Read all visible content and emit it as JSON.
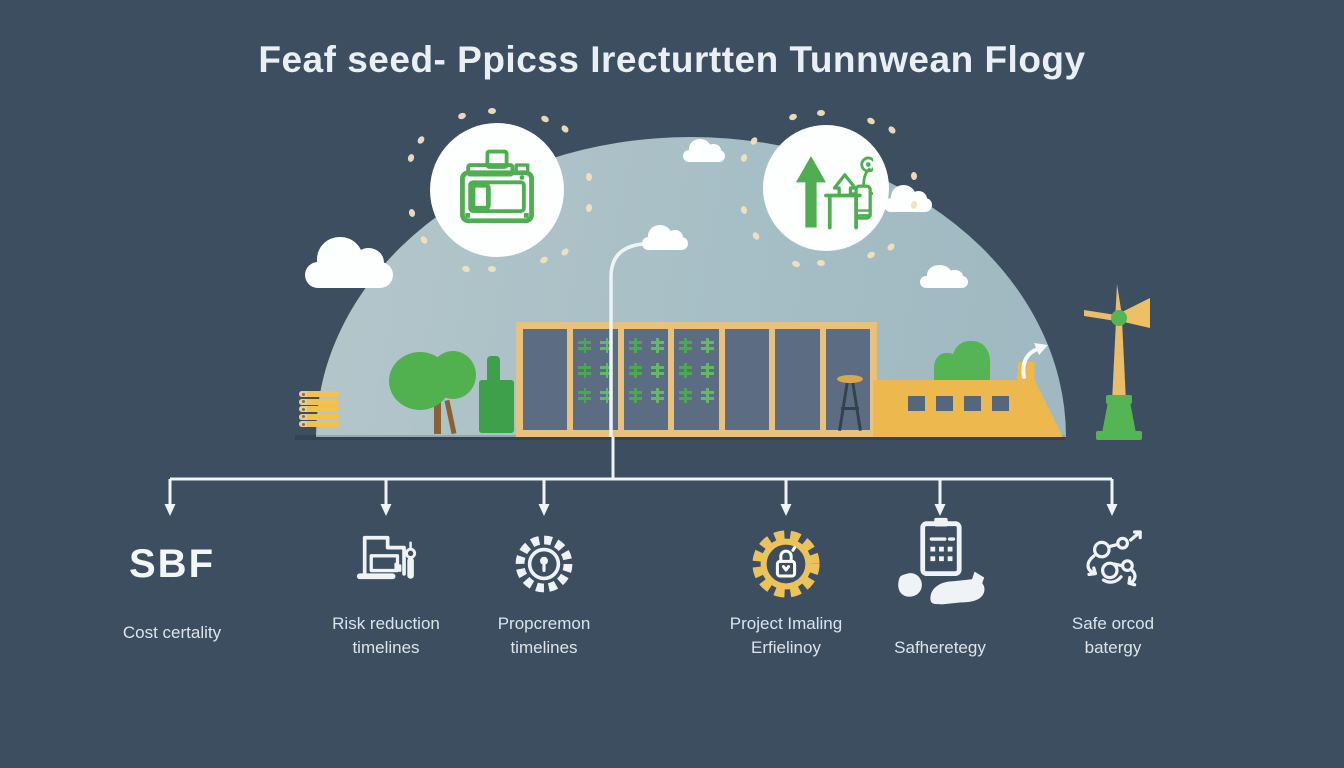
{
  "title": "Feaf seed- Ppicss Irecturtten Tunnwean Flogy",
  "colors": {
    "background": "#3d4e61",
    "dome": "#a6bec5",
    "accent_green": "#4fae52",
    "accent_yellow": "#edb84e",
    "building_frame": "#e8c17c",
    "panel_blue": "#5c6c82",
    "halo_dot": "#f1e2bb",
    "line_white": "#eef3f5",
    "text_light": "#dce4e9"
  },
  "scene": {
    "bubble_icons": [
      {
        "icon": "generator-camera-icon"
      },
      {
        "icon": "growth-arrow-plant-icon"
      }
    ]
  },
  "columns": [
    {
      "icon": "none",
      "heading": "SBF",
      "label1": "Cost certality",
      "label2": ""
    },
    {
      "icon": "document-person-icon",
      "heading": "",
      "label1": "Risk reduction",
      "label2": "timelines"
    },
    {
      "icon": "gear-icon",
      "heading": "",
      "label1": "Propcremon",
      "label2": "timelines"
    },
    {
      "icon": "lock-gear-icon",
      "heading": "",
      "label1": "Project Imaling",
      "label2": "Erfielinoy"
    },
    {
      "icon": "clipboard-hands-icon",
      "heading": "",
      "label1": "Safheretegy",
      "label2": ""
    },
    {
      "icon": "network-arrows-icon",
      "heading": "",
      "label1": "Safe orcod",
      "label2": "batergy"
    }
  ]
}
